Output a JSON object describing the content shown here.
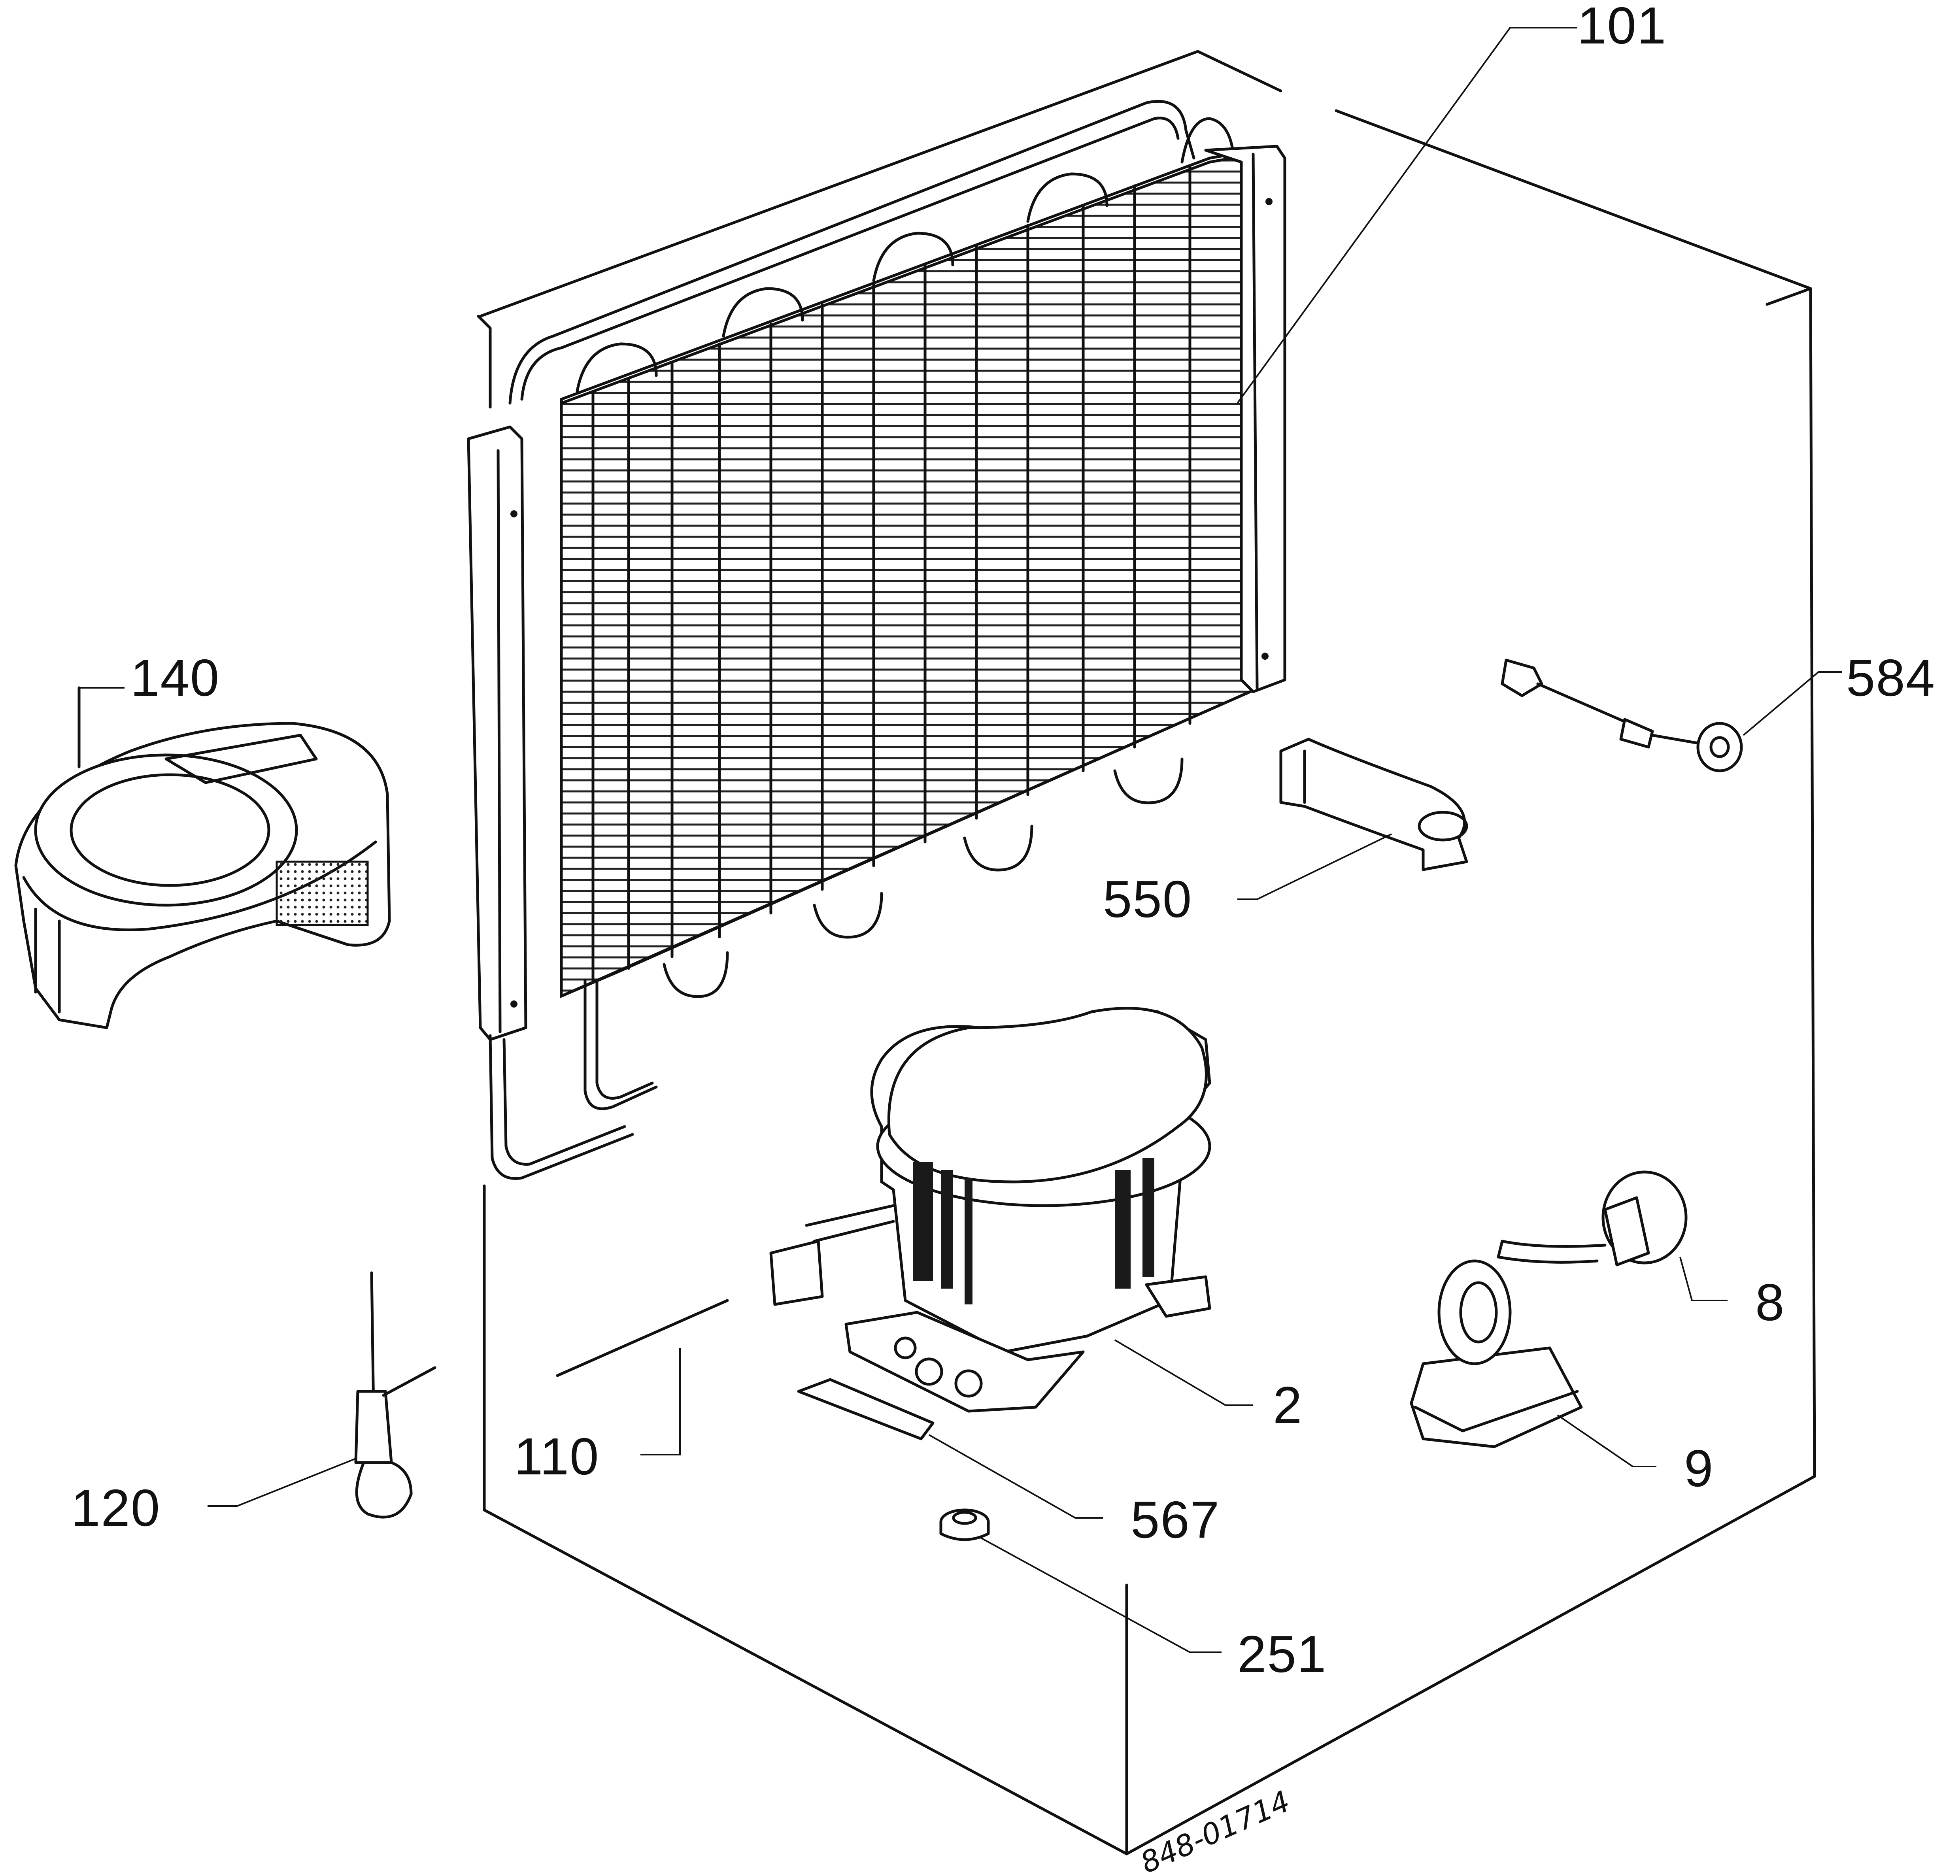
{
  "diagram": {
    "part_labels": [
      "101",
      "140",
      "584",
      "550",
      "8",
      "2",
      "9",
      "110",
      "120",
      "567",
      "251"
    ],
    "document_code": "848-01714"
  }
}
